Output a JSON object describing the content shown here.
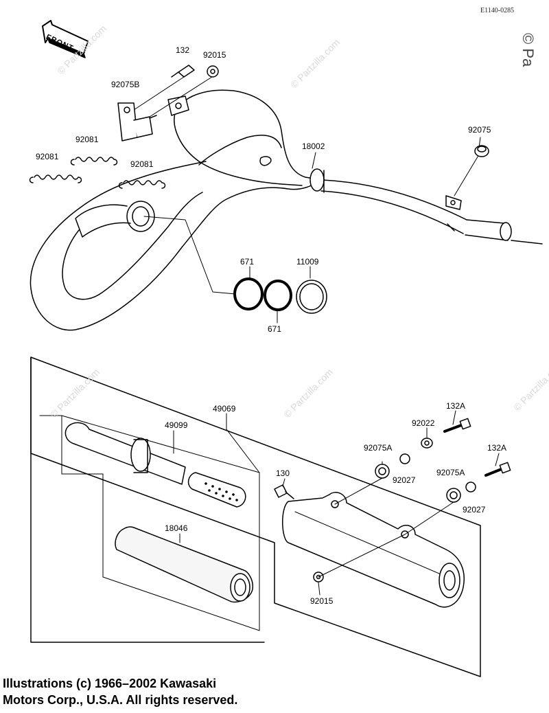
{
  "diagram_code": "E1140-0285",
  "front_label": "FRONT",
  "watermarks": {
    "site": "© Partzilla.com",
    "corner": "© Pa"
  },
  "parts": {
    "p132": "132",
    "p92015_top": "92015",
    "p92075B": "92075B",
    "p92081_a": "92081",
    "p92081_b": "92081",
    "p92081_c": "92081",
    "p18002": "18002",
    "p92075": "92075",
    "p671_a": "671",
    "p671_b": "671",
    "p11009": "11009",
    "p49069": "49069",
    "p49099": "49099",
    "p18046": "18046",
    "p130": "130",
    "p92015_bottom": "92015",
    "p132A_a": "132A",
    "p132A_b": "132A",
    "p92022": "92022",
    "p92075A_a": "92075A",
    "p92075A_b": "92075A",
    "p92027_a": "92027",
    "p92027_b": "92027"
  },
  "copyright": {
    "line1": "Illustrations (c) 1966–2002 Kawasaki",
    "line2": "Motors Corp., U.S.A.  All rights reserved."
  }
}
